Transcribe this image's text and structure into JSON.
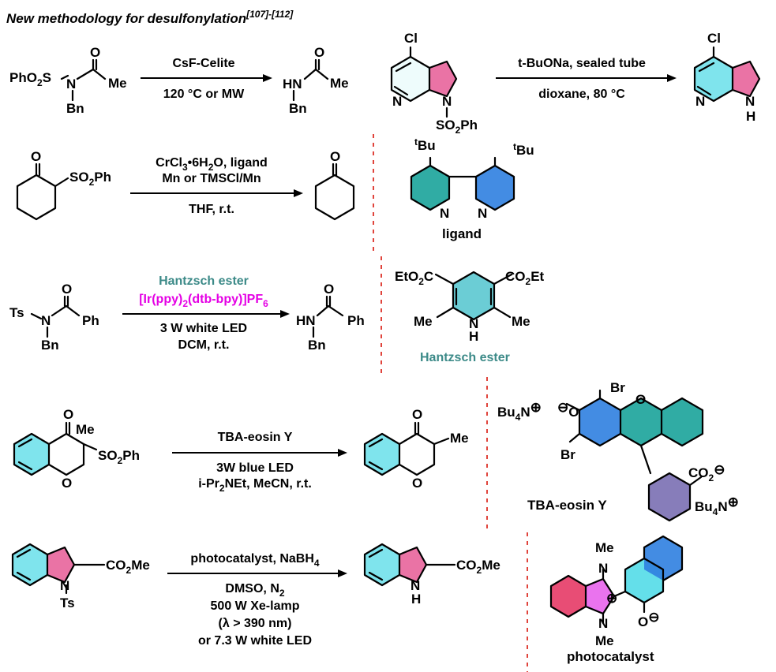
{
  "title": "New methodology for desulfonylation",
  "title_ref": "[107]-[112]",
  "colors": {
    "teal": "#1aa39a",
    "blue": "#2f7fe0",
    "pink": "#e65a95",
    "magenta": "#e400e4",
    "purple": "#7a6fb3",
    "cyan": "#49d9e6",
    "hantzsch_text": "#3c8a88",
    "separator": "#e0443c"
  },
  "rxn1": {
    "reagent": "CsF-Celite",
    "conditions": "120 °C or MW",
    "sm_PhO2S": "PhO",
    "sm_sub2": "2",
    "sm_S": "S",
    "sm_N": "N",
    "sm_O": "O",
    "sm_Me": "Me",
    "sm_Bn": "Bn",
    "pr_HN": "HN",
    "pr_O": "O",
    "pr_Me": "Me",
    "pr_Bn": "Bn"
  },
  "rxn2": {
    "reagent": "t-BuONa, sealed tube",
    "conditions": "dioxane, 80 °C",
    "sm_Cl": "Cl",
    "sm_N": "N",
    "sm_N1": "N",
    "sm_SO2Ph_a": "SO",
    "sm_SO2Ph_sub": "2",
    "sm_SO2Ph_b": "Ph",
    "pr_Cl": "Cl",
    "pr_N": "N",
    "pr_N1": "N",
    "pr_H": "H"
  },
  "rxn3": {
    "reagent_a": "CrCl",
    "reagent_sub1": "3",
    "reagent_b": "•6H",
    "reagent_sub2": "2",
    "reagent_c": "O, ligand",
    "reagent2": "Mn or TMSCl/Mn",
    "conditions": "THF, r.t.",
    "sm_O": "O",
    "sm_SO2Ph_a": "SO",
    "sm_SO2Ph_sub": "2",
    "sm_SO2Ph_b": "Ph",
    "pr_O": "O"
  },
  "ligand": {
    "name": "ligand",
    "tBu_sup": "t",
    "tBu": "Bu",
    "N": "N"
  },
  "rxn4": {
    "reagent1": "Hantzsch ester",
    "reagent2_a": "[Ir(ppy)",
    "reagent2_sub1": "2",
    "reagent2_b": "(dtb-bpy)]PF",
    "reagent2_sub2": "6",
    "reagent3": "3 W white LED",
    "conditions": "DCM, r.t.",
    "sm_Ts": "Ts",
    "sm_N": "N",
    "sm_O": "O",
    "sm_Ph": "Ph",
    "sm_Bn": "Bn",
    "pr_HN": "HN",
    "pr_O": "O",
    "pr_Ph": "Ph",
    "pr_Bn": "Bn"
  },
  "hantzsch": {
    "name": "Hantzsch ester",
    "EtO2C_a": "EtO",
    "EtO2C_sub": "2",
    "EtO2C_b": "C",
    "CO2Et_a": "CO",
    "CO2Et_sub": "2",
    "CO2Et_b": "Et",
    "Me": "Me",
    "N": "N",
    "H": "H"
  },
  "rxn5": {
    "reagent": "TBA-eosin Y",
    "reagent2": "3W blue LED",
    "conditions_a": "i-Pr",
    "conditions_sub": "2",
    "conditions_b": "NEt, MeCN, r.t.",
    "sm_O": "O",
    "sm_Me": "Me",
    "sm_SO2Ph_a": "SO",
    "sm_SO2Ph_sub": "2",
    "sm_SO2Ph_b": "Ph",
    "sm_Oring": "O",
    "pr_O": "O",
    "pr_Me": "Me",
    "pr_Oring": "O"
  },
  "eosin": {
    "name": "TBA-eosin Y",
    "Bu4N_a": "Bu",
    "Bu4N_sub": "4",
    "Bu4N_b": "N",
    "plus": "⊕",
    "minus": "⊖",
    "O": "O",
    "Br": "Br",
    "CO2_a": "CO",
    "CO2_sub": "2"
  },
  "rxn6": {
    "reagent_a": "photocatalyst, NaBH",
    "reagent_sub": "4",
    "cond1_a": "DMSO, N",
    "cond1_sub": "2",
    "cond2": "500 W Xe-lamp",
    "cond3": "(λ > 390 nm)",
    "cond4": "or 7.3 W white LED",
    "sm_CO2Me_a": "CO",
    "sm_CO2Me_sub": "2",
    "sm_CO2Me_b": "Me",
    "sm_N": "N",
    "sm_Ts": "Ts",
    "pr_CO2Me_a": "CO",
    "pr_CO2Me_sub": "2",
    "pr_CO2Me_b": "Me",
    "pr_N": "N",
    "pr_H": "H"
  },
  "photocat": {
    "name": "photocatalyst",
    "Me": "Me",
    "N": "N",
    "plus": "⊕",
    "O": "O",
    "minus": "⊖"
  }
}
